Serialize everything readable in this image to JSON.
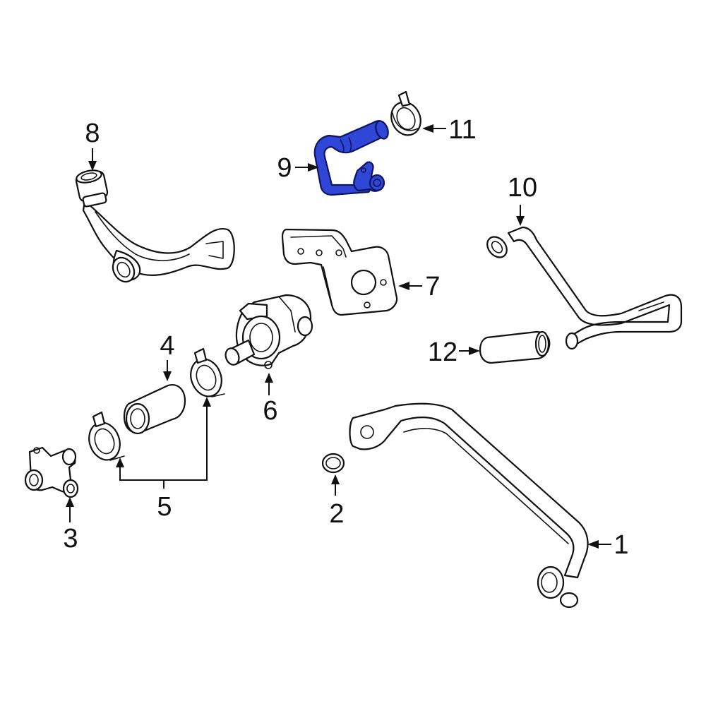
{
  "diagram": {
    "highlight_color": "#2f46d6",
    "line_color": "#111111",
    "background": "#ffffff",
    "callouts": {
      "c1": "1",
      "c2": "2",
      "c3": "3",
      "c4": "4",
      "c5": "5",
      "c6": "6",
      "c7": "7",
      "c8": "8",
      "c9": "9",
      "c10": "10",
      "c11": "11",
      "c12": "12"
    },
    "highlighted_part": "9"
  }
}
